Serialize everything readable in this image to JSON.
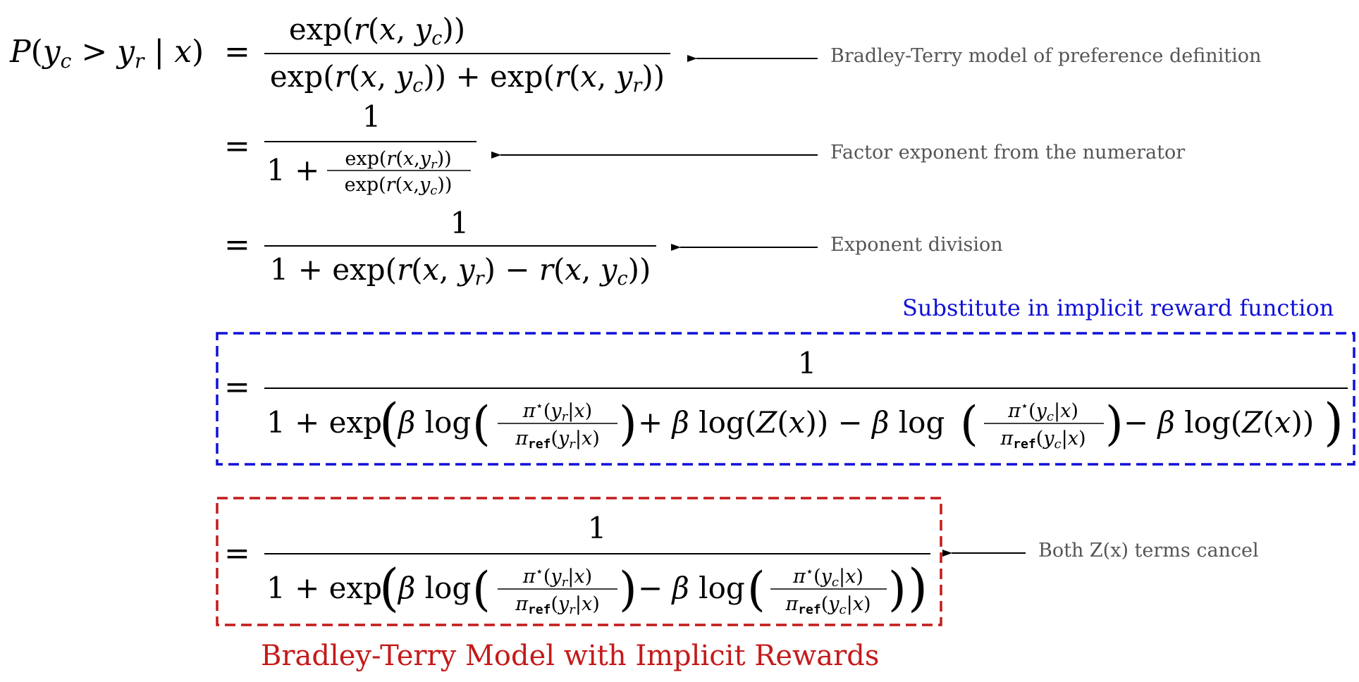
{
  "annotations": {
    "step1": "Bradley-Terry model of preference definition",
    "step2": "Factor exponent from the numerator",
    "step3": "Exponent division",
    "step4": "Substitute in implicit reward function",
    "step5": "Both Z(x) terms cancel",
    "result": "Bradley-Terry Model with Implicit Rewards"
  },
  "colors": {
    "annotation_text": "#555555",
    "substitution_box": "#1010d8",
    "result_box": "#c41a1a",
    "arrow": "#000000"
  },
  "equations": {
    "lhs": "P(y_c > y_r | x)",
    "step1": "exp(r(x, y_c)) / (exp(r(x, y_c)) + exp(r(x, y_r)))",
    "step2": "1 / (1 + exp(r(x,y_r)) / exp(r(x,y_c)))",
    "step3": "1 / (1 + exp(r(x, y_r) − r(x, y_c)))",
    "step4": "1 / (1 + exp(β log(π*(y_r|x)/π_ref(y_r|x)) + β log(Z(x)) − β log(π*(y_c|x)/π_ref(y_c|x)) − β log(Z(x))))",
    "step5": "1 / (1 + exp(β log(π*(y_r|x)/π_ref(y_r|x)) − β log(π*(y_c|x)/π_ref(y_c|x))))"
  }
}
